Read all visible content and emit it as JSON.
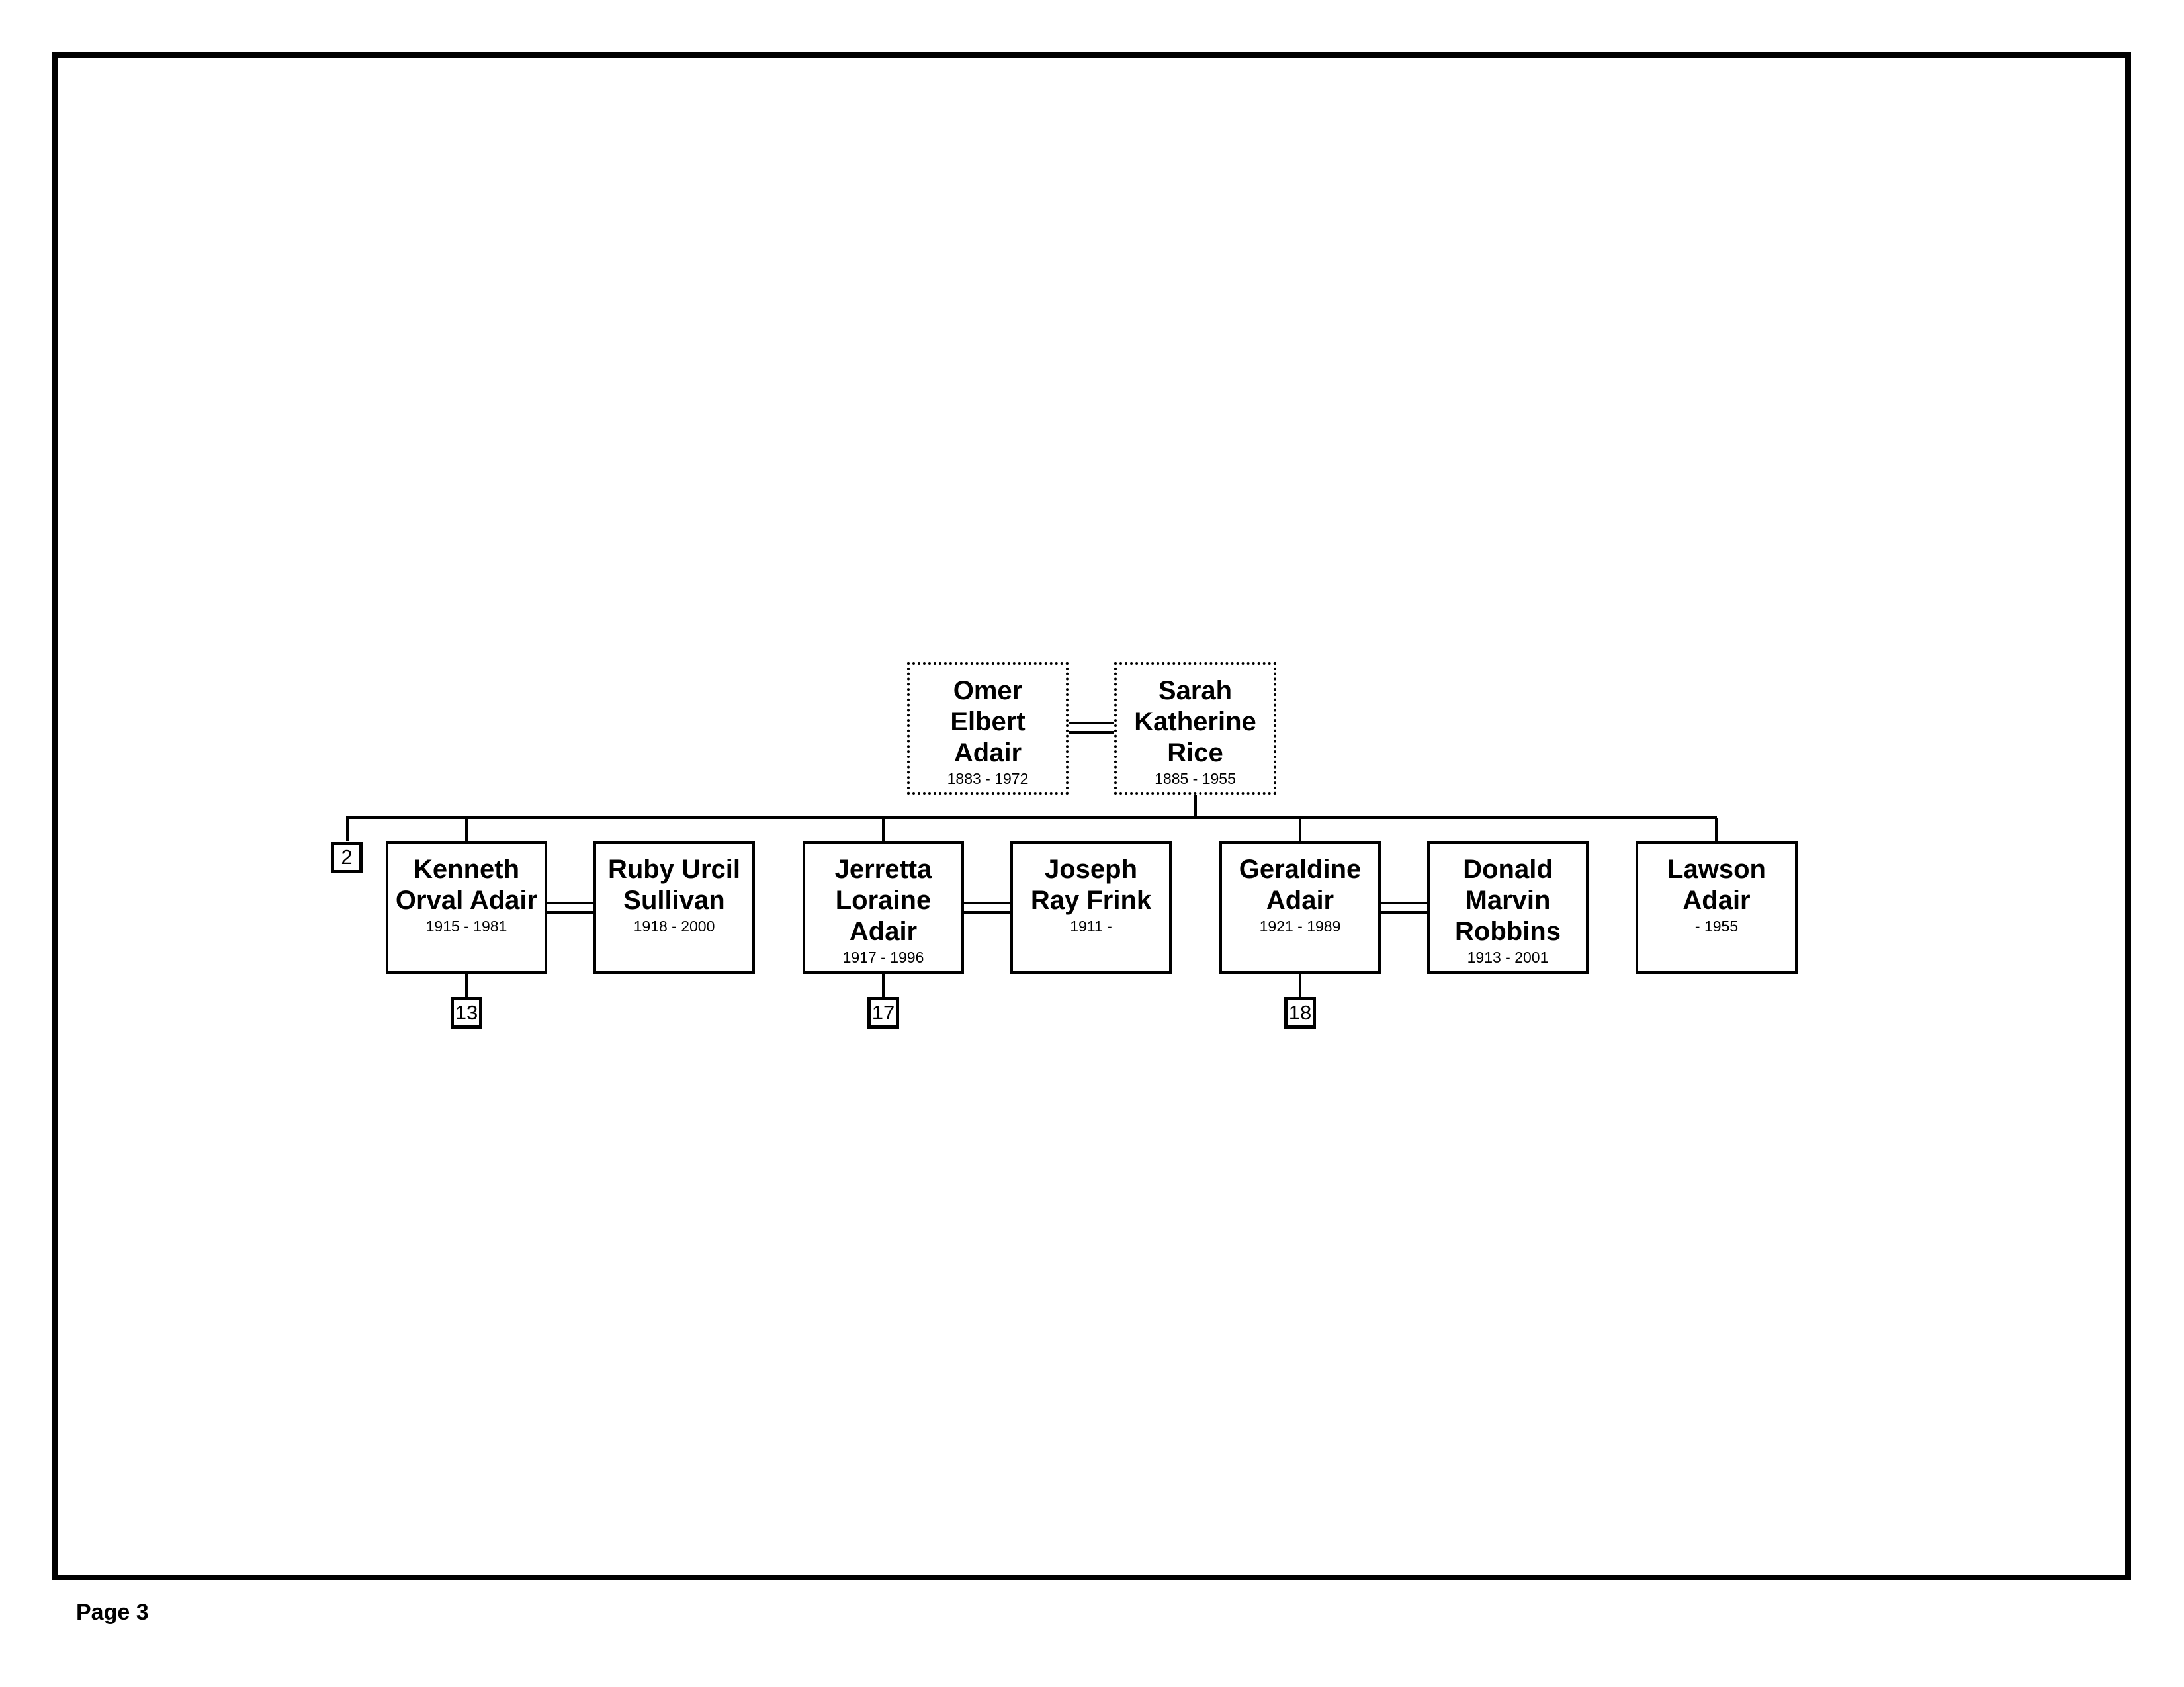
{
  "page_label": "Page 3",
  "parents": [
    {
      "name": "Omer Elbert Adair",
      "dates": "1883 - 1972"
    },
    {
      "name": "Sarah Katherine Rice",
      "dates": "1885 - 1955"
    }
  ],
  "children": [
    {
      "name": "Kenneth Orval Adair",
      "dates": "1915 - 1981"
    },
    {
      "name": "Ruby Urcil Sullivan",
      "dates": "1918 - 2000"
    },
    {
      "name": "Jerretta Loraine Adair",
      "dates": "1917 - 1996"
    },
    {
      "name": "Joseph Ray Frink",
      "dates": "1911 -"
    },
    {
      "name": "Geraldine Adair",
      "dates": "1921 - 1989"
    },
    {
      "name": "Donald Marvin Robbins",
      "dates": "1913 - 2001"
    },
    {
      "name": "Lawson Adair",
      "dates": "- 1955"
    }
  ],
  "page_refs": [
    "2",
    "13",
    "17",
    "18"
  ]
}
